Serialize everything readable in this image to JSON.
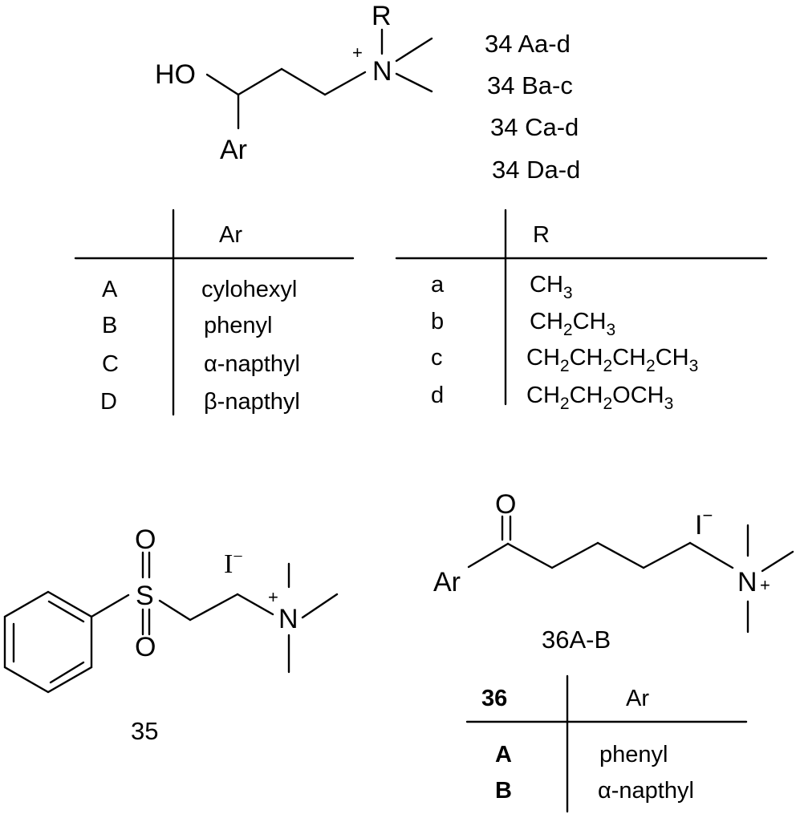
{
  "structure_34": {
    "atoms": {
      "ho": "HO",
      "ar": "Ar",
      "r": "R",
      "n": "N",
      "n_charge": "+"
    },
    "compound_labels": [
      "34 Aa-d",
      "34 Ba-c",
      "34 Ca-d",
      "34 Da-d"
    ]
  },
  "table_ar_34": {
    "header": "Ar",
    "rows": [
      {
        "code": "A",
        "value": "cylohexyl"
      },
      {
        "code": "B",
        "value": "phenyl"
      },
      {
        "code": "C",
        "value": "α-napthyl"
      },
      {
        "code": "D",
        "value": "β-napthyl"
      }
    ]
  },
  "table_r_34": {
    "header": "R",
    "rows": [
      {
        "code": "a",
        "parts": [
          [
            "CH",
            ""
          ],
          [
            "",
            "3"
          ]
        ]
      },
      {
        "code": "b",
        "parts": [
          [
            "CH",
            ""
          ],
          [
            "",
            "2"
          ],
          [
            "CH",
            ""
          ],
          [
            "",
            "3"
          ]
        ]
      },
      {
        "code": "c",
        "parts": [
          [
            "CH",
            ""
          ],
          [
            "",
            "2"
          ],
          [
            "CH",
            ""
          ],
          [
            "",
            "2"
          ],
          [
            "CH",
            ""
          ],
          [
            "",
            "2"
          ],
          [
            "CH",
            ""
          ],
          [
            "",
            "3"
          ]
        ]
      },
      {
        "code": "d",
        "parts": [
          [
            "CH",
            ""
          ],
          [
            "",
            "2"
          ],
          [
            "CH",
            ""
          ],
          [
            "",
            "2"
          ],
          [
            "OCH",
            ""
          ],
          [
            "",
            "3"
          ]
        ]
      }
    ]
  },
  "structure_35": {
    "atoms": {
      "s": "S",
      "o_top": "O",
      "o_bottom": "O",
      "n": "N",
      "n_charge": "+",
      "iodide": "I",
      "iodide_charge": "−"
    },
    "label": "35"
  },
  "structure_36": {
    "atoms": {
      "o": "O",
      "ar": "Ar",
      "n": "N",
      "n_charge": "+",
      "iodide": "I",
      "iodide_charge": "−"
    },
    "label": "36A-B"
  },
  "table_36": {
    "header_code": "36",
    "header_value": "Ar",
    "rows": [
      {
        "code": "A",
        "value": "phenyl"
      },
      {
        "code": "B",
        "value": "α-napthyl"
      }
    ]
  }
}
